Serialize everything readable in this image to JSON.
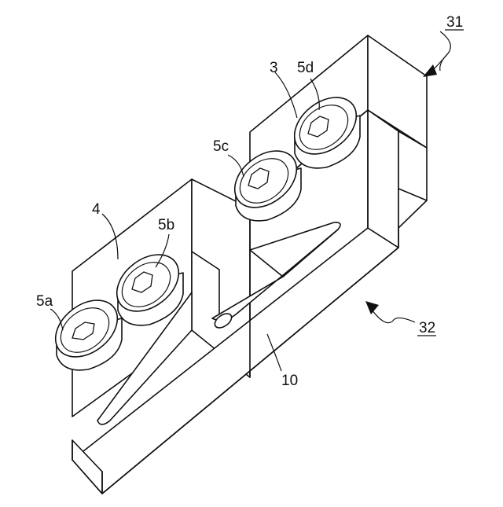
{
  "figure": {
    "labels": {
      "block_3": "3",
      "block_4": "4",
      "bolt_5a": "5a",
      "bolt_5b": "5b",
      "bolt_5c": "5c",
      "bolt_5d": "5d",
      "rail_10": "10",
      "arrow_31": "31",
      "arrow_32": "32"
    }
  }
}
